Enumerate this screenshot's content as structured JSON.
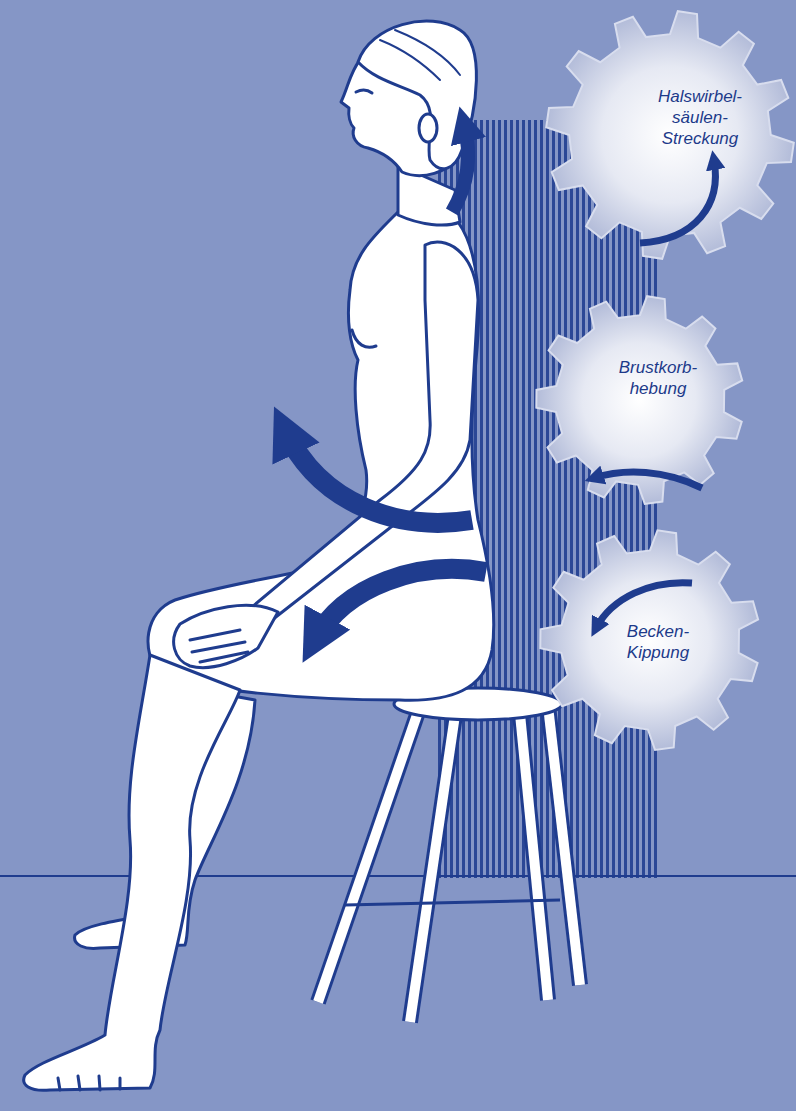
{
  "diagram": {
    "nodes": [
      {
        "text": [
          "Halswirbel- säulen- Streckung"
        ]
      },
      {
        "text": [
          "Brustkorb- hebung"
        ]
      },
      {
        "text": [
          "Becken- Kippung"
        ]
      }
    ]
  }
}
